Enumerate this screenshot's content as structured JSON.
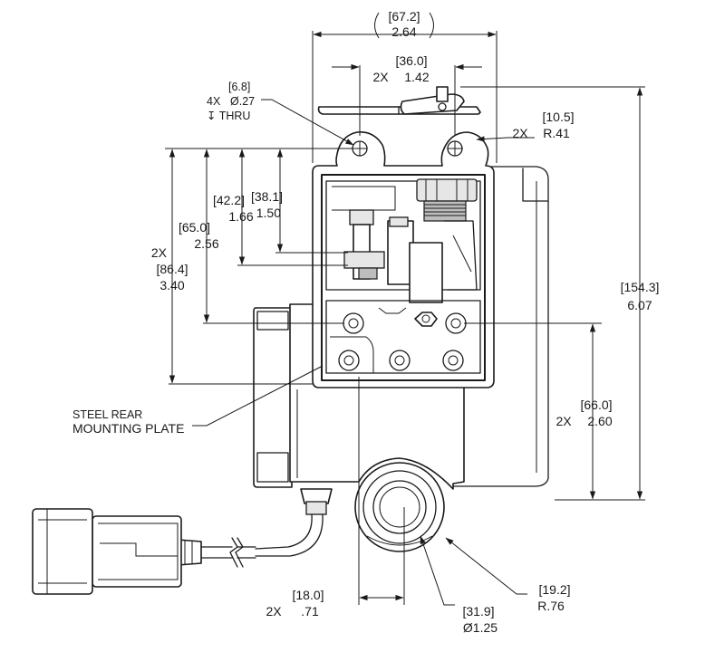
{
  "dimensions": {
    "overall_width": {
      "metric": "[67.2]",
      "imperial": "2.64"
    },
    "hole_spacing": {
      "qty": "2X",
      "metric": "[36.0]",
      "imperial": "1.42"
    },
    "thru_hole": {
      "qty": "4X",
      "metric": "[6.8]",
      "diameter": "Ø.27",
      "thru": "↧ THRU"
    },
    "corner_radius": {
      "qty": "2X",
      "metric": "[10.5]",
      "radius": "R.41"
    },
    "height_42": {
      "metric": "[42.2]",
      "imperial": "1.66"
    },
    "height_38": {
      "metric": "[38.1]",
      "imperial": "1.50"
    },
    "height_65": {
      "metric": "[65.0]",
      "imperial": "2.56"
    },
    "height_86": {
      "qty": "2X",
      "metric": "[86.4]",
      "imperial": "3.40"
    },
    "overall_height": {
      "metric": "[154.3]",
      "imperial": "6.07"
    },
    "height_66": {
      "qty": "2X",
      "metric": "[66.0]",
      "imperial": "2.60"
    },
    "offset_18": {
      "qty": "2X",
      "metric": "[18.0]",
      "imperial": ".71"
    },
    "bore_diameter": {
      "metric": "[31.9]",
      "diameter": "Ø1.25"
    },
    "boss_radius": {
      "metric": "[19.2]",
      "radius": "R.76"
    }
  },
  "callouts": {
    "mounting_plate_line1": "STEEL REAR",
    "mounting_plate_line2": "MOUNTING PLATE"
  },
  "colors": {
    "line": "#1a1a1a",
    "background": "#ffffff",
    "fill_light": "#e6e6e6"
  }
}
